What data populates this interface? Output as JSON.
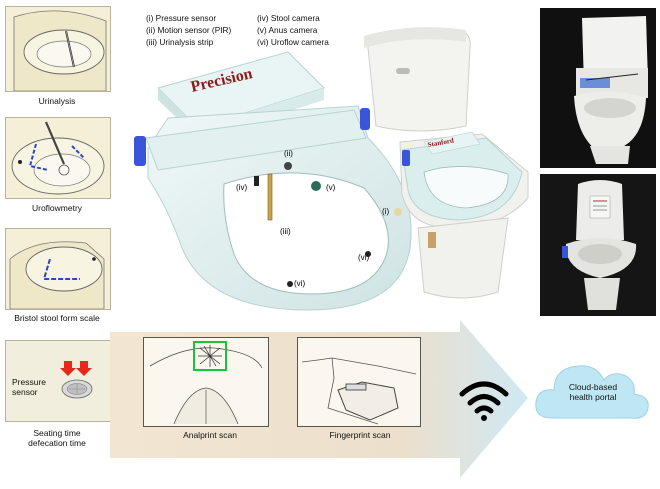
{
  "left_panels": [
    {
      "caption": "Urinalysis"
    },
    {
      "caption": "Uroflowmetry"
    },
    {
      "caption": "Bristol stool form scale"
    },
    {
      "caption": "Seating time\ndefecation time",
      "inner_label": "Pressure\nsensor"
    }
  ],
  "legend": {
    "col1": [
      "(i) Pressure sensor",
      "(ii) Motion sensor (PIR)",
      "(iii) Urinalysis strip"
    ],
    "col2": [
      "(iv) Stool camera",
      "(v) Anus camera",
      "(vi) Uroflow camera"
    ]
  },
  "seat": {
    "brand": "Precision",
    "labels": [
      "(i)",
      "(ii)",
      "(iii)",
      "(iv)",
      "(v)",
      "(vi)"
    ]
  },
  "toilet": {
    "brand": "Stanford"
  },
  "bottom": {
    "analprint_caption": "Analprint scan",
    "fingerprint_caption": "Fingerprint scan",
    "cloud_label": "Cloud-based\nhealth portal"
  },
  "colors": {
    "seat": "#e3f1f1",
    "seat_edge": "#bcd8d8",
    "accent_blue": "#3a55d8",
    "cloud": "#bfe6f3",
    "arrow_left": "#f2e6d2",
    "arrow_right": "#cfe9f4",
    "sensor_red": "#e12a1a",
    "scan_green": "#17c43a",
    "dashed_blue": "#2b45c7"
  }
}
